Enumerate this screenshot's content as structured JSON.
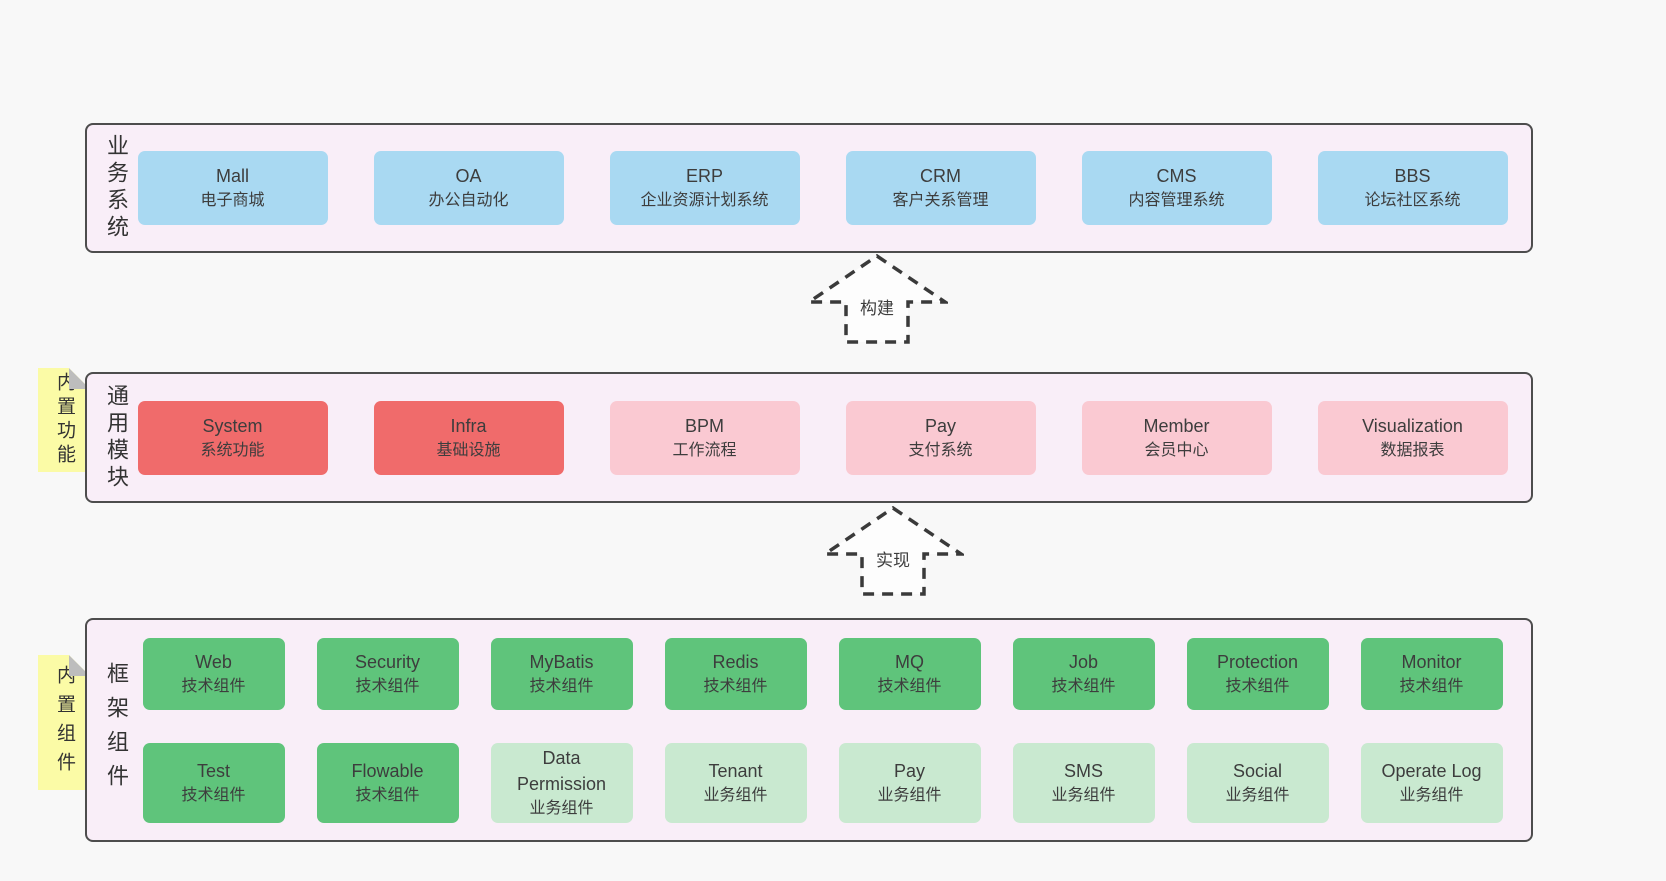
{
  "colors": {
    "page_background": "#f8f8f8",
    "panel_background": "#f9eef8",
    "panel_border": "#4d4d4d",
    "blue_box": "#a9d9f2",
    "red_box": "#f06b6b",
    "pink_box": "#fac9d2",
    "green_box": "#5fc47b",
    "light_green_box": "#c9e9d0",
    "sticky_note": "#fbfba6",
    "sticky_fold": "#bdbdbd",
    "text": "#3d3d3d",
    "arrow_stroke": "#3a3a3a"
  },
  "sections": [
    {
      "label": "业务系统",
      "boxes": [
        {
          "title": "Mall",
          "subtitle": "电子商城"
        },
        {
          "title": "OA",
          "subtitle": "办公自动化"
        },
        {
          "title": "ERP",
          "subtitle": "企业资源计划系统"
        },
        {
          "title": "CRM",
          "subtitle": "客户关系管理"
        },
        {
          "title": "CMS",
          "subtitle": "内容管理系统"
        },
        {
          "title": "BBS",
          "subtitle": "论坛社区系统"
        }
      ]
    },
    {
      "label": "通用模块",
      "sticky": "内置功能",
      "boxes": [
        {
          "title": "System",
          "subtitle": "系统功能"
        },
        {
          "title": "Infra",
          "subtitle": "基础设施"
        },
        {
          "title": "BPM",
          "subtitle": "工作流程"
        },
        {
          "title": "Pay",
          "subtitle": "支付系统"
        },
        {
          "title": "Member",
          "subtitle": "会员中心"
        },
        {
          "title": "Visualization",
          "subtitle": "数据报表"
        }
      ]
    },
    {
      "label": "框架组件",
      "sticky": "内置组件",
      "rows": [
        [
          {
            "title": "Web",
            "subtitle": "技术组件"
          },
          {
            "title": "Security",
            "subtitle": "技术组件"
          },
          {
            "title": "MyBatis",
            "subtitle": "技术组件"
          },
          {
            "title": "Redis",
            "subtitle": "技术组件"
          },
          {
            "title": "MQ",
            "subtitle": "技术组件"
          },
          {
            "title": "Job",
            "subtitle": "技术组件"
          },
          {
            "title": "Protection",
            "subtitle": "技术组件"
          },
          {
            "title": "Monitor",
            "subtitle": "技术组件"
          }
        ],
        [
          {
            "title": "Test",
            "subtitle": "技术组件"
          },
          {
            "title": "Flowable",
            "subtitle": "技术组件"
          },
          {
            "title": "Data Permission",
            "subtitle": "业务组件"
          },
          {
            "title": "Tenant",
            "subtitle": "业务组件"
          },
          {
            "title": "Pay",
            "subtitle": "业务组件"
          },
          {
            "title": "SMS",
            "subtitle": "业务组件"
          },
          {
            "title": "Social",
            "subtitle": "业务组件"
          },
          {
            "title": "Operate Log",
            "subtitle": "业务组件"
          }
        ]
      ]
    }
  ],
  "arrows": [
    {
      "label": "构建"
    },
    {
      "label": "实现"
    }
  ]
}
